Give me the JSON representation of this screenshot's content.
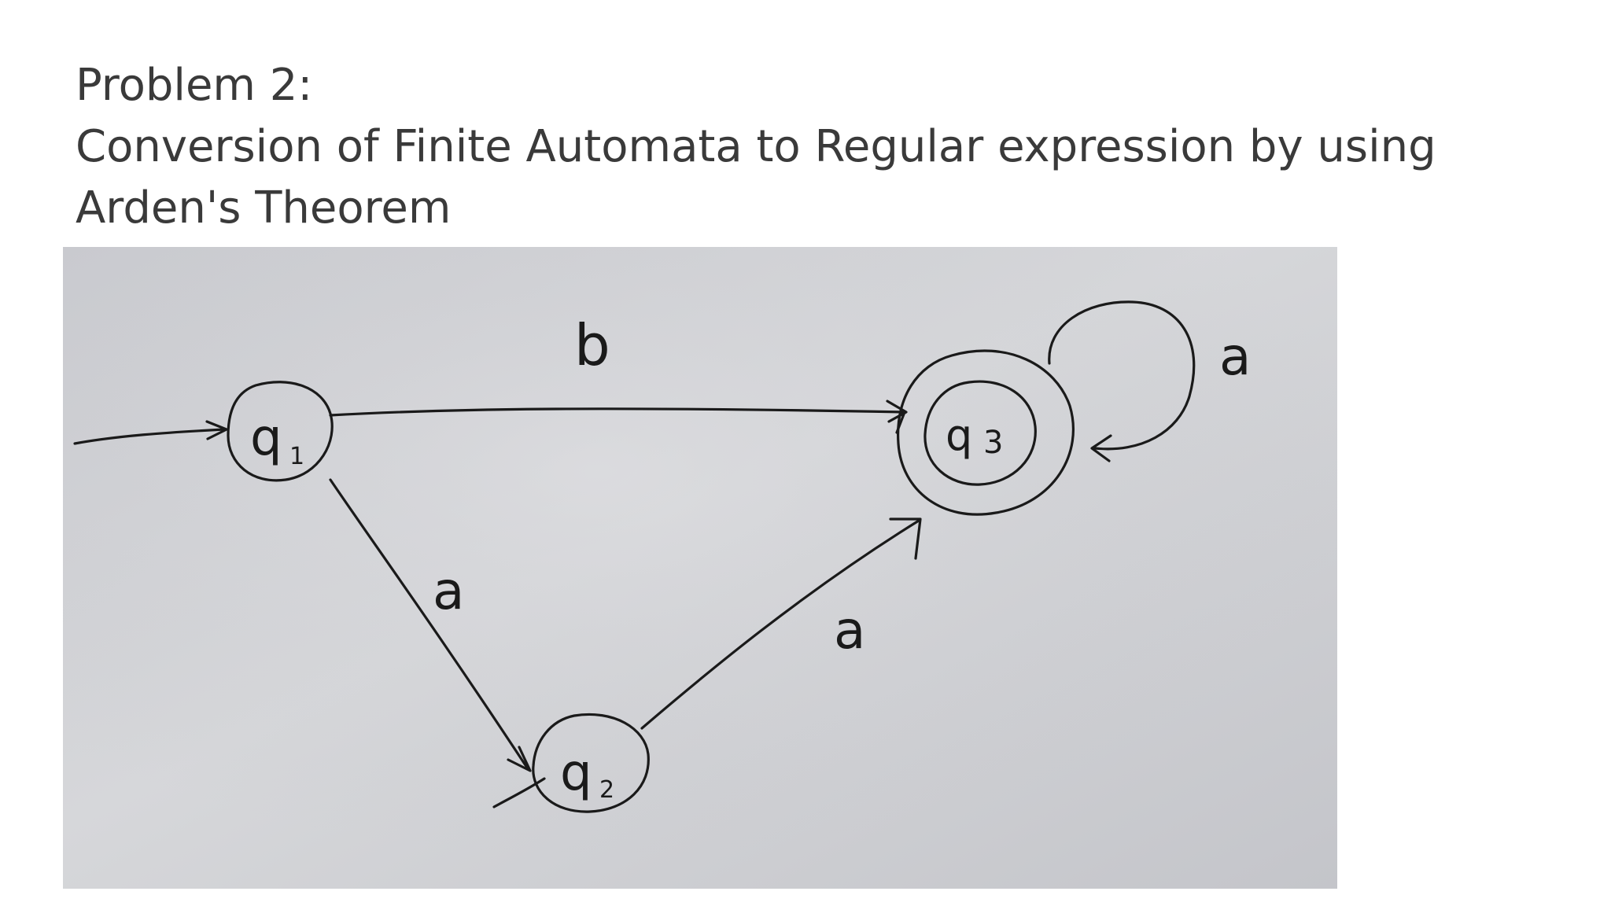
{
  "slide": {
    "heading": "Problem 2:",
    "subheading_line1": "Conversion of Finite Automata to Regular expression by using",
    "subheading_line2": "Arden's Theorem"
  },
  "diagram": {
    "states": [
      {
        "label_main": "q",
        "label_sub": "1",
        "initial": true,
        "final": false
      },
      {
        "label_main": "q",
        "label_sub": "2",
        "initial": false,
        "final": false
      },
      {
        "label_main": "q",
        "label_sub": "3",
        "initial": false,
        "final": true
      }
    ],
    "transitions": [
      {
        "from": "q1",
        "to": "q3",
        "symbol": "b"
      },
      {
        "from": "q1",
        "to": "q2",
        "symbol": "a"
      },
      {
        "from": "q2",
        "to": "q3",
        "symbol": "a"
      },
      {
        "from": "q3",
        "to": "q3",
        "symbol": "a"
      }
    ],
    "colors": {
      "paper": "#cfd0d4",
      "ink": "#1a1a1a",
      "title_text": "#3a3a3a"
    }
  }
}
